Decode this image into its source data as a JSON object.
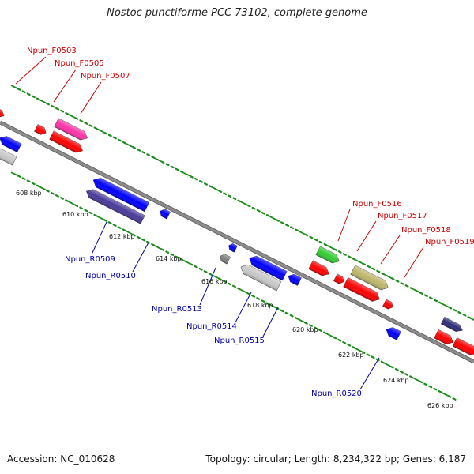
{
  "title": "Nostoc punctiforme PCC 73102, complete genome",
  "footer": {
    "accession": "Accession: NC_010628",
    "summary": "Topology: circular; Length: 8,234,322 bp; Genes: 6,187"
  },
  "colors": {
    "backbone": "#8c8c8c",
    "dots": "#1a8c1a",
    "forward_label": "#cc0000",
    "reverse_label": "#0000aa"
  },
  "ticks": [
    {
      "label": "608 kbp",
      "kbp": 608
    },
    {
      "label": "610 kbp",
      "kbp": 610
    },
    {
      "label": "612 kbp",
      "kbp": 612
    },
    {
      "label": "614 kbp",
      "kbp": 614
    },
    {
      "label": "616 kbp",
      "kbp": 616
    },
    {
      "label": "618 kbp",
      "kbp": 618
    },
    {
      "label": "620 kbp",
      "kbp": 620
    },
    {
      "label": "622 kbp",
      "kbp": 622
    },
    {
      "label": "624 kbp",
      "kbp": 624
    },
    {
      "label": "626 kbp",
      "kbp": 626
    }
  ],
  "genes": [
    {
      "id": "g1",
      "strand": "forward",
      "color": "#ff0000"
    },
    {
      "id": "g2",
      "strand": "forward",
      "color": "#ff0000"
    },
    {
      "id": "g3",
      "strand": "forward",
      "color": "#ff33aa"
    },
    {
      "id": "g4",
      "strand": "forward",
      "color": "#ff0000"
    },
    {
      "id": "g5",
      "strand": "reverse",
      "color": "#0000ff"
    },
    {
      "id": "g6",
      "strand": "reverse",
      "color": "#c8c8c8"
    },
    {
      "id": "g7",
      "strand": "reverse",
      "color": "#0000ff"
    },
    {
      "id": "g8",
      "strand": "reverse",
      "color": "#4b3a9a"
    },
    {
      "id": "g9",
      "strand": "reverse",
      "color": "#0000ff"
    },
    {
      "id": "g10",
      "strand": "reverse",
      "color": "#0000ff"
    },
    {
      "id": "g11",
      "strand": "reverse",
      "color": "#808080"
    },
    {
      "id": "g12",
      "strand": "reverse",
      "color": "#0000ff"
    },
    {
      "id": "g13",
      "strand": "reverse",
      "color": "#c8c8c8"
    },
    {
      "id": "g14",
      "strand": "reverse",
      "color": "#0000ff"
    },
    {
      "id": "g15",
      "strand": "forward",
      "color": "#33cc33"
    },
    {
      "id": "g16",
      "strand": "forward",
      "color": "#ff0000"
    },
    {
      "id": "g17",
      "strand": "forward",
      "color": "#ff0000"
    },
    {
      "id": "g18",
      "strand": "forward",
      "color": "#bdb76b"
    },
    {
      "id": "g19",
      "strand": "forward",
      "color": "#ff0000"
    },
    {
      "id": "g20",
      "strand": "forward",
      "color": "#ff0000"
    },
    {
      "id": "g21",
      "strand": "reverse",
      "color": "#0000ff"
    },
    {
      "id": "g22",
      "strand": "forward",
      "color": "#2d2d7a"
    },
    {
      "id": "g23",
      "strand": "forward",
      "color": "#ff0000"
    },
    {
      "id": "g24",
      "strand": "forward",
      "color": "#ff0000"
    }
  ],
  "labels": [
    {
      "text": "Npun_F0503",
      "strand": "forward"
    },
    {
      "text": "Npun_F0505",
      "strand": "forward"
    },
    {
      "text": "Npun_F0507",
      "strand": "forward"
    },
    {
      "text": "Npun_F0516",
      "strand": "forward"
    },
    {
      "text": "Npun_F0517",
      "strand": "forward"
    },
    {
      "text": "Npun_F0518",
      "strand": "forward"
    },
    {
      "text": "Npun_F0519",
      "strand": "forward"
    },
    {
      "text": "Npun_R0509",
      "strand": "reverse"
    },
    {
      "text": "Npun_R0510",
      "strand": "reverse"
    },
    {
      "text": "Npun_R0513",
      "strand": "reverse"
    },
    {
      "text": "Npun_R0514",
      "strand": "reverse"
    },
    {
      "text": "Npun_R0515",
      "strand": "reverse"
    },
    {
      "text": "Npun_R0520",
      "strand": "reverse"
    }
  ]
}
